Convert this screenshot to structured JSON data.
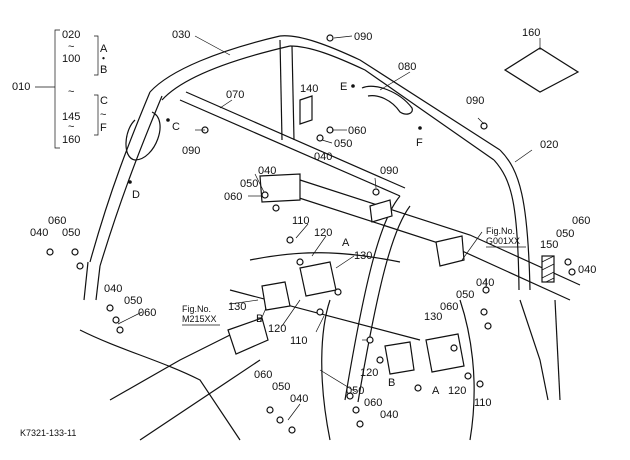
{
  "diagram": {
    "labels": {
      "p010": "010",
      "p020_top": "020",
      "p100": "100",
      "p145": "145",
      "p160_range": "160",
      "tilde1": "~",
      "tilde2": "~",
      "tilde3": "~",
      "A": "A",
      "dot": "・",
      "B": "B",
      "C": "C",
      "tilde_cf": "~",
      "F": "F",
      "p030": "030",
      "p090_a": "090",
      "p080": "080",
      "p160": "160",
      "E": "E",
      "p140": "140",
      "p070": "070",
      "C2": "C",
      "p090_b": "090",
      "p060_a": "060",
      "p050_a": "050",
      "p040_a": "040",
      "F2": "F",
      "p090_c": "090",
      "p020_right": "020",
      "D": "D",
      "p040_b": "040",
      "p050_b": "050",
      "p060_b": "060",
      "p090_d": "090",
      "p060_c": "060",
      "p050_c": "050",
      "p040_c": "040",
      "p110_a": "110",
      "p120_a": "120",
      "A2": "A",
      "p130_a": "130",
      "fig_g_1": "Fig.No.",
      "fig_g_2": "G001XX",
      "p150": "150",
      "p060_d": "060",
      "p050_d": "050",
      "p040_d": "040",
      "p040_e": "040",
      "p050_e": "050",
      "p060_e": "060",
      "fig_m_1": "Fig.No.",
      "fig_m_2": "M215XX",
      "p130_b": "130",
      "B2": "B",
      "p120_b": "120",
      "p110_b": "110",
      "p040_f": "040",
      "p050_f": "050",
      "p060_f": "060",
      "p130_c": "130",
      "p120_c": "120",
      "B3": "B",
      "A3": "A",
      "p120_d": "120",
      "p110_c": "110",
      "p060_g": "060",
      "p050_g": "050",
      "p040_g": "040",
      "p050_h": "050",
      "p060_h": "060",
      "p040_h": "040",
      "footer": "K7321-133-11"
    }
  }
}
